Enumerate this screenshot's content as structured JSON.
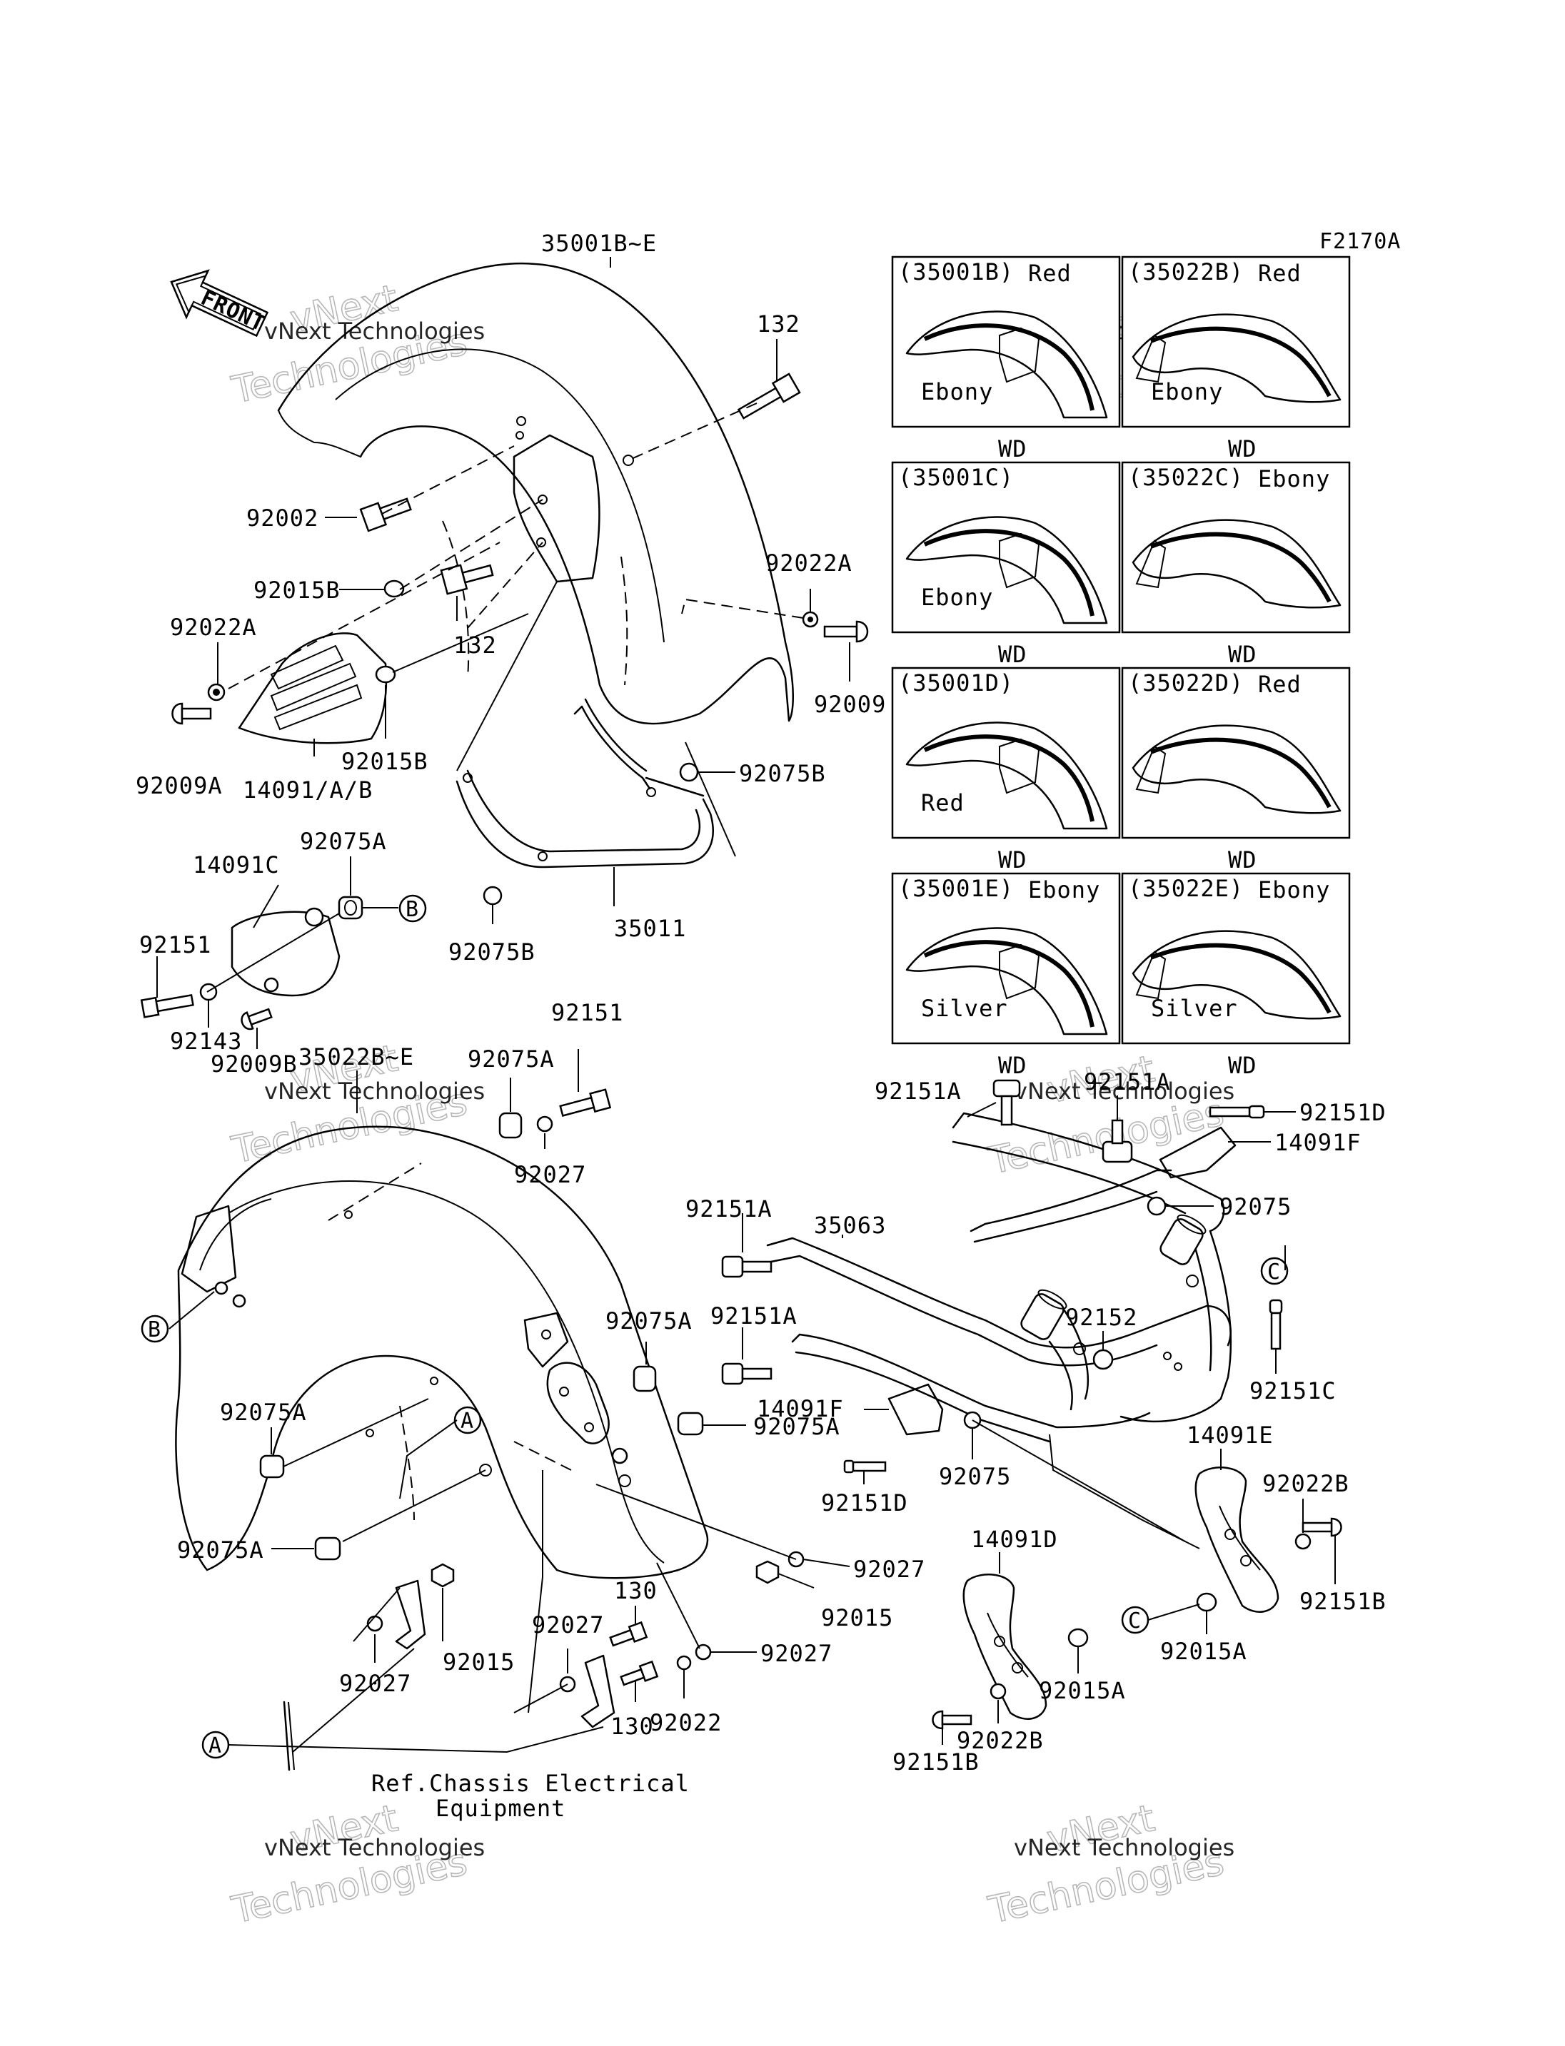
{
  "figure_code": "F2170A",
  "front_label": "FRONT",
  "callouts": {
    "p35001BE": "35001B~E",
    "p132a": "132",
    "p92002": "92002",
    "p92015Ba": "92015B",
    "p132b": "132",
    "p92022Aa": "92022A",
    "p92022Ab": "92022A",
    "p92009": "92009",
    "p92015Bb": "92015B",
    "p92009A": "92009A",
    "p14091AB": "14091/A/B",
    "p92075Ba": "92075B",
    "p92075Bb": "92075B",
    "p35011": "35011",
    "p92075A1": "92075A",
    "p14091C": "14091C",
    "p92151a": "92151",
    "p92143": "92143",
    "p92009B": "92009B",
    "p35022BE": "35022B~E",
    "p92075A2": "92075A",
    "p92151b": "92151",
    "p92027a": "92027",
    "p92151A1": "92151A",
    "p92151A2": "92151A",
    "p92151D1": "92151D",
    "p14091F1": "14091F",
    "p92075a": "92075",
    "p92151A3": "92151A",
    "p35063": "35063",
    "p92151A4": "92151A",
    "p92152": "92152",
    "p92151C": "92151C",
    "p92075A3": "92075A",
    "p92075A4": "92075A",
    "p14091F2": "14091F",
    "p92075A5": "92075A",
    "p92075b": "92075",
    "p92151D2": "92151D",
    "p14091E": "14091E",
    "p92022B1": "92022B",
    "p92075A6": "92075A",
    "p92027b": "92027",
    "p92015a": "92015",
    "p14091D": "14091D",
    "p92151B1": "92151B",
    "p92015A1": "92015A",
    "p130a": "130",
    "p92027c": "92027",
    "p92015b": "92015",
    "p92027d": "92027",
    "p92027e": "92027",
    "p130b": "130",
    "p92022": "92022",
    "p92015A2": "92015A",
    "p92022B2": "92022B",
    "p92151B2": "92151B"
  },
  "ref_note": {
    "line1": "Ref.Chassis Electrical",
    "line2": "Equipment"
  },
  "markers": {
    "A": "A",
    "B": "B",
    "C": "C"
  },
  "variants": [
    {
      "code": "(35001B)",
      "color1": "Red",
      "color2": "Ebony",
      "model": "WD"
    },
    {
      "code": "(35022B)",
      "color1": "Red",
      "color2": "Ebony",
      "model": "WD"
    },
    {
      "code": "(35001C)",
      "color1": "",
      "color2": "Ebony",
      "model": "WD"
    },
    {
      "code": "(35022C)",
      "color1": "Ebony",
      "color2": "",
      "model": "WD"
    },
    {
      "code": "(35001D)",
      "color1": "",
      "color2": "Red",
      "model": "WD"
    },
    {
      "code": "(35022D)",
      "color1": "Red",
      "color2": "",
      "model": "WD"
    },
    {
      "code": "(35001E)",
      "color1": "Ebony",
      "color2": "Silver",
      "model": "WD"
    },
    {
      "code": "(35022E)",
      "color1": "Ebony",
      "color2": "Silver",
      "model": "WD"
    }
  ],
  "watermark": {
    "line1": "vNext Technologies",
    "line2": "Technologies",
    "line3": "vNext"
  }
}
